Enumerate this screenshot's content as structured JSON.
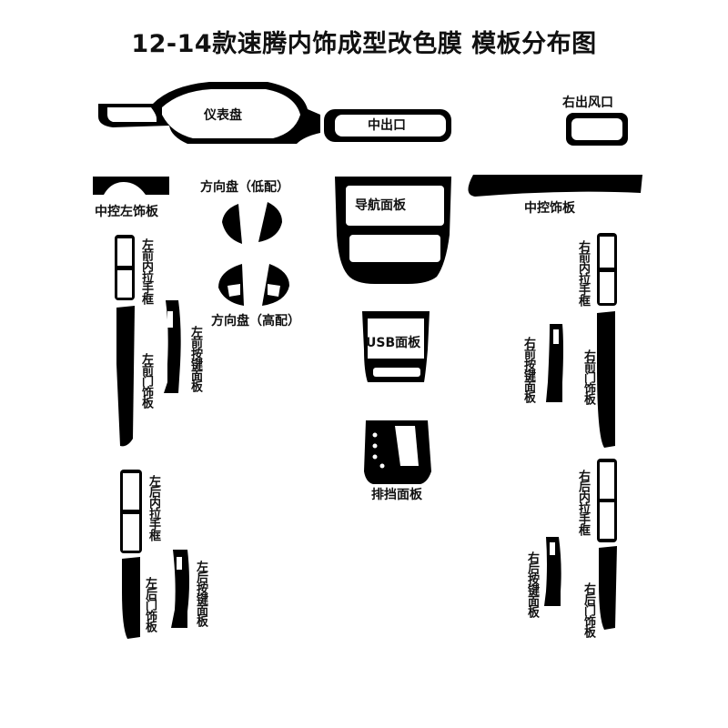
{
  "title": "12-14款速腾内饰成型改色膜 模板分布图",
  "colors": {
    "part_fill": "#000000",
    "background": "#ffffff",
    "text": "#111111"
  },
  "labels": {
    "instrument_panel": "仪表盘",
    "center_vent": "中出口",
    "right_vent": "右出风口",
    "center_left_trim": "中控左饰板",
    "steering_low": "方向盘（低配）",
    "steering_high": "方向盘（高配）",
    "nav_panel": "导航面板",
    "center_trim": "中控饰板",
    "usb_panel": "USB面板",
    "shift_panel": "排挡面板",
    "lf_inner_handle": "左前内拉手框",
    "lf_button_panel": "左前按键面板",
    "lf_door_trim": "左前门饰板",
    "rf_inner_handle": "右前内拉手框",
    "rf_button_panel": "右前按键面板",
    "rf_door_trim": "右前门饰板",
    "lr_inner_handle": "左后内拉手框",
    "lr_button_panel": "左后按键面板",
    "lr_door_trim": "左后门饰板",
    "rr_inner_handle": "右后内拉手框",
    "rr_button_panel": "右后按键面板",
    "rr_door_trim": "右后门饰板"
  }
}
